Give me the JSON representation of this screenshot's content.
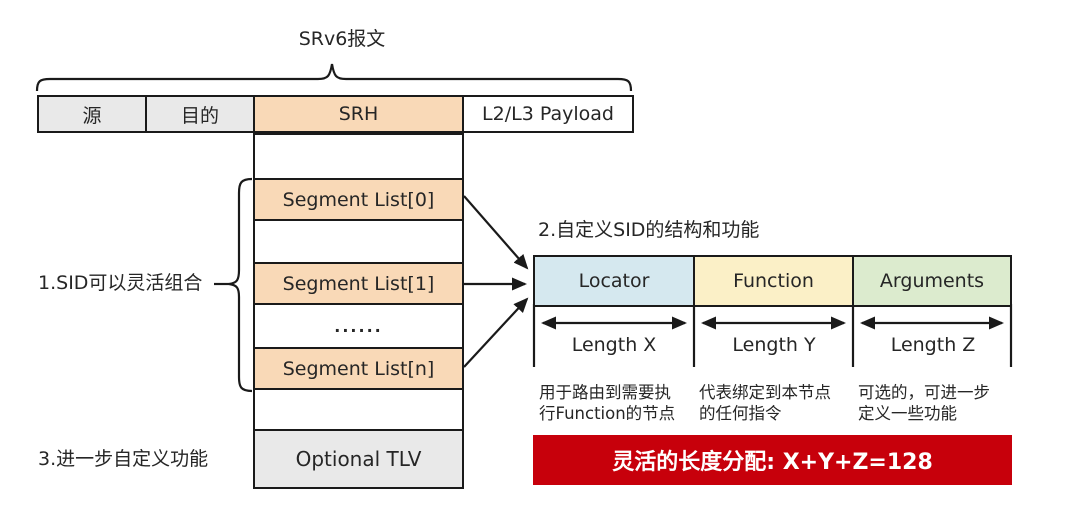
{
  "diagram_title": "SRv6报文",
  "packet_row": {
    "source": "源",
    "destination": "目的",
    "srh": "SRH",
    "payload": "L2/L3 Payload"
  },
  "srh_stack": {
    "segment_list_0": "Segment List[0]",
    "segment_list_1": "Segment List[1]",
    "ellipsis": "......",
    "segment_list_n": "Segment List[n]",
    "optional_tlv": "Optional TLV"
  },
  "annotations": {
    "note1": "1.SID可以灵活组合",
    "note2": "2.自定义SID的结构和功能",
    "note3": "3.进一步自定义功能"
  },
  "sid_fields": {
    "locator": {
      "label": "Locator",
      "length": "Length X",
      "desc1": "用于路由到需要执",
      "desc2": "行Function的节点",
      "color": "#D5E8EF"
    },
    "function": {
      "label": "Function",
      "length": "Length Y",
      "desc1": "代表绑定到本节点",
      "desc2": "的任何指令",
      "color": "#FBF0C7"
    },
    "arguments": {
      "label": "Arguments",
      "length": "Length Z",
      "desc1": "可选的，可进一步",
      "desc2": "定义一些功能",
      "color": "#DCEBCE"
    }
  },
  "banner": {
    "text": "灵活的长度分配: X+Y+Z=128",
    "bg": "#C7000B",
    "text_color": "#FFFFFF"
  },
  "colors": {
    "segment_fill": "#F9D9B7",
    "header_fill": "#E9E9E9",
    "line": "#1A1A1A"
  }
}
